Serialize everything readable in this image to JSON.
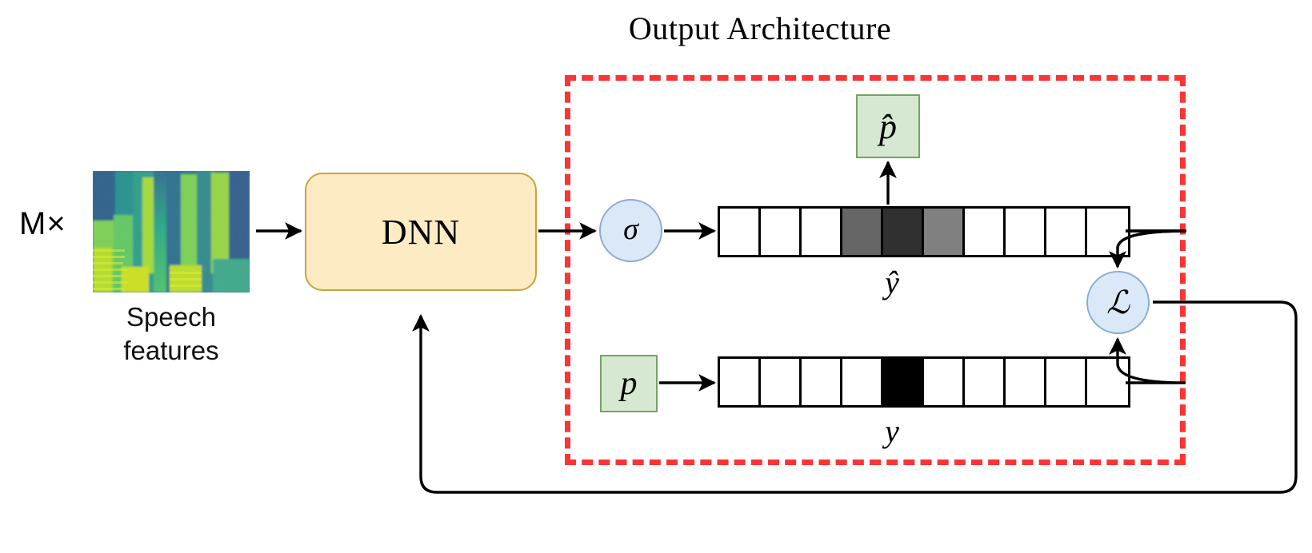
{
  "title": "Output Architecture",
  "input": {
    "multiplier_label": "M×",
    "caption_line1": "Speech",
    "caption_line2": "features",
    "image_name": "spectrogram"
  },
  "model": {
    "dnn_label": "DNN",
    "box_fill": "#fdecc3",
    "box_border": "#ccA23a"
  },
  "region": {
    "label": "Output Architecture",
    "border_color": "#fb3434",
    "border_style": "dashed"
  },
  "nodes": {
    "sigma_label": "σ",
    "loss_label": "ℒ",
    "node_fill": "#dbe8f8",
    "node_border": "#8aacd4"
  },
  "boxes": {
    "p_hat_label": "p̂",
    "p_label": "p",
    "fill": "#d7e8d2",
    "border": "#73a464"
  },
  "vectors": {
    "predicted": {
      "caption": "ŷ",
      "cell_count": 10,
      "cells": [
        "#ffffff",
        "#ffffff",
        "#ffffff",
        "#666666",
        "#303030",
        "#808080",
        "#ffffff",
        "#ffffff",
        "#ffffff",
        "#ffffff"
      ]
    },
    "target": {
      "caption": "y",
      "cell_count": 10,
      "cells": [
        "#ffffff",
        "#ffffff",
        "#ffffff",
        "#ffffff",
        "#000000",
        "#ffffff",
        "#ffffff",
        "#ffffff",
        "#ffffff",
        "#ffffff"
      ]
    }
  },
  "edges": [
    {
      "name": "spectrogram-to-dnn",
      "label": ""
    },
    {
      "name": "dnn-to-sigma",
      "label": ""
    },
    {
      "name": "sigma-to-yhat",
      "label": ""
    },
    {
      "name": "yhat-to-phat",
      "label": ""
    },
    {
      "name": "yhat-to-loss",
      "label": ""
    },
    {
      "name": "p-to-y",
      "label": ""
    },
    {
      "name": "y-to-loss",
      "label": ""
    },
    {
      "name": "loss-feedback-to-dnn",
      "label": ""
    }
  ]
}
